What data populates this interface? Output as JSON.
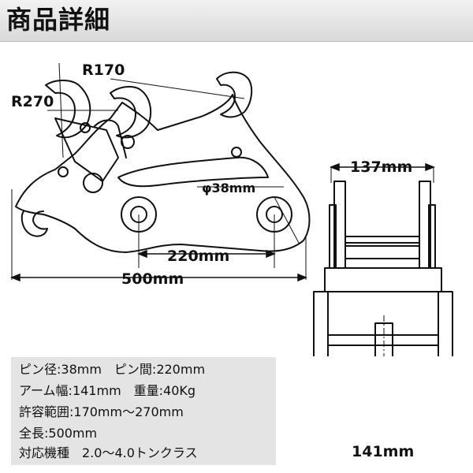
{
  "header": {
    "title": "商品詳細"
  },
  "dimensions": {
    "r170": "R170",
    "r270": "R270",
    "pin_diameter": "φ38mm",
    "pin_spacing": "220mm",
    "total_length": "500mm",
    "top_width": "137mm",
    "bottom_width": "141mm"
  },
  "specs": {
    "line1": "ピン径:38mm　ピン間:220mm",
    "line2": "アーム幅:141mm　重量:40Kg",
    "line3": "許容範囲:170mm〜270mm",
    "line4": "全長:500mm",
    "line5": "対応機種　2.0〜4.0トンクラス"
  },
  "colors": {
    "header_bg": "#e0e0e0",
    "spec_bg": "#e4e4e4",
    "line": "#111111"
  }
}
